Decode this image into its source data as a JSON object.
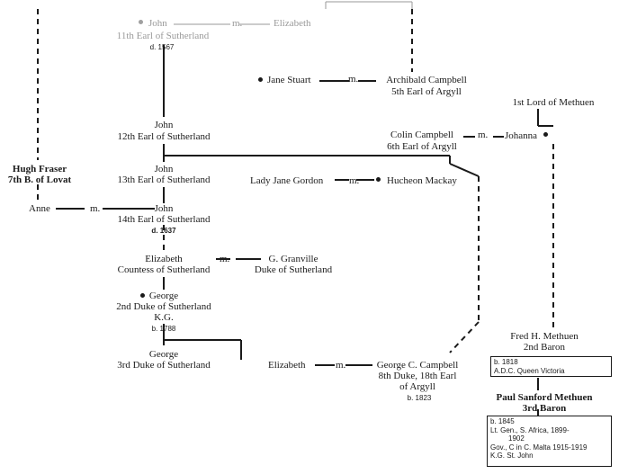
{
  "people": {
    "john_11": {
      "name": "John",
      "title": "11th Earl of Sutherland",
      "note": "d. 1567"
    },
    "elizabeth_top": {
      "name": "Elizabeth"
    },
    "jane_stuart": {
      "name": "Jane Stuart"
    },
    "archibald": {
      "name": "Archibald Campbell",
      "title": "5th Earl of Argyll"
    },
    "methuen_1": {
      "name": "1st Lord of Methuen"
    },
    "john_12": {
      "name": "John",
      "title": "12th Earl of Sutherland"
    },
    "colin": {
      "name": "Colin Campbell",
      "title": "6th Earl of Argyll"
    },
    "johanna": {
      "name": "Johanna"
    },
    "hugh_fraser": {
      "name": "Hugh Fraser",
      "title": "7th B. of Lovat"
    },
    "john_13": {
      "name": "John",
      "title": "13th Earl of Sutherland"
    },
    "lady_jane": {
      "name": "Lady Jane Gordon"
    },
    "hucheon": {
      "name": "Hucheon Mackay"
    },
    "anne": {
      "name": "Anne"
    },
    "john_14": {
      "name": "John",
      "title": "14th Earl of Sutherland",
      "note": "d. 1637"
    },
    "elizabeth_countess": {
      "name": "Elizabeth",
      "title": "Countess of Sutherland"
    },
    "granville": {
      "name": "G. Granville",
      "title": "Duke of Sutherland"
    },
    "george_2": {
      "name": "George",
      "title": "2nd Duke of Sutherland",
      "title2": "K.G.",
      "note": "b. 1788"
    },
    "fred": {
      "name": "Fred H. Methuen",
      "title": "2nd Baron",
      "box": [
        "b. 1818",
        "A.D.C. Queen Victoria"
      ]
    },
    "george_3": {
      "name": "George",
      "title": "3rd Duke of Sutherland"
    },
    "elizabeth_low": {
      "name": "Elizabeth"
    },
    "george_campbell": {
      "name": "George C. Campbell",
      "title": "8th Duke, 18th Earl",
      "title2": "of Argyll",
      "note": "b. 1823"
    },
    "paul": {
      "name": "Paul Sanford Methuen",
      "title": "3rd Baron",
      "box": [
        "b. 1845",
        "Lt. Gen., S. Africa, 1899-",
        "1902",
        "Gov., C in C. Malta 1915-1919",
        "K.G. St. John"
      ]
    }
  },
  "marriage_label": "m."
}
